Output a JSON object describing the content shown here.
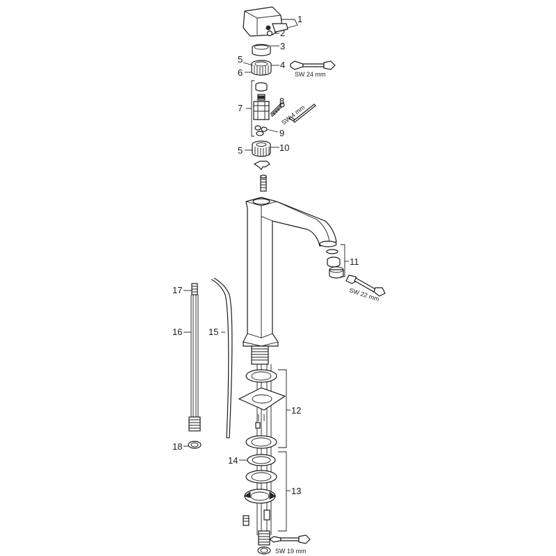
{
  "callouts": {
    "c1": "1",
    "c2": "2",
    "c3": "3",
    "c4": "4",
    "c5a": "5",
    "c5b": "5",
    "c6": "6",
    "c7": "7",
    "c8": "8",
    "c9": "9",
    "c10": "10",
    "c11": "11",
    "c12": "12",
    "c13": "13",
    "c14": "14",
    "c15": "15",
    "c16": "16",
    "c17": "17",
    "c18": "18"
  },
  "tools": {
    "wrench_24": "SW 24 mm",
    "allen_4": "SW 4 mm",
    "wrench_22": "SW 22 mm",
    "wrench_19": "SW 19 mm"
  }
}
